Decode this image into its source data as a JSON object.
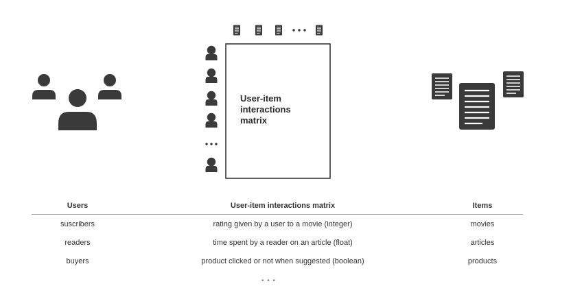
{
  "diagram": {
    "matrix_label": "User-item interactions matrix",
    "matrix_label_lines": [
      "User-item",
      "interactions",
      "matrix"
    ],
    "icons": {
      "users_group": "user-icon",
      "row_users": "user-icon",
      "column_items": "document-icon",
      "items_group": "document-icon"
    },
    "colors": {
      "icon": "#3a3a3a",
      "border": "#2a2a2a"
    }
  },
  "table": {
    "headers": [
      "Users",
      "User-item interactions matrix",
      "Items"
    ],
    "rows": [
      [
        "suscribers",
        "rating given by a user to a movie (integer)",
        "movies"
      ],
      [
        "readers",
        "time spent by a reader on an article (float)",
        "articles"
      ],
      [
        "buyers",
        "product clicked or not when suggested (boolean)",
        "products"
      ]
    ],
    "continuation": "• • •"
  }
}
